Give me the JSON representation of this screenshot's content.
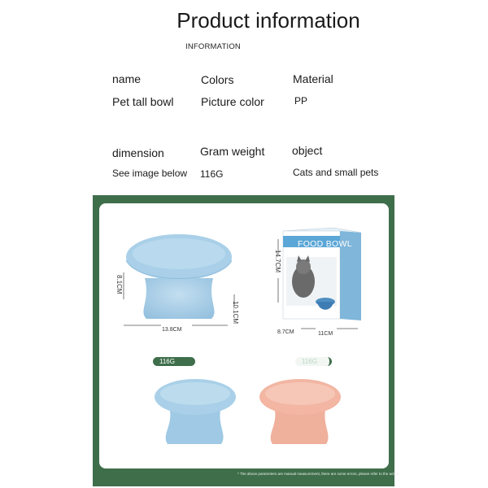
{
  "header": {
    "title": "Product information",
    "subtitle": "INFORMATION"
  },
  "specs": {
    "name_label": "name",
    "name_value": "Pet tall bowl",
    "colors_label": "Colors",
    "colors_value": "Picture color",
    "material_label": "Material",
    "material_value": "PP",
    "dimension_label": "dimension",
    "dimension_value": "See image below",
    "weight_label": "Gram weight",
    "weight_value": "116G",
    "object_label": "object",
    "object_value": "Cats and small pets"
  },
  "image_panel": {
    "bowl_width": "13.8CM",
    "bowl_height": "8.1CM",
    "bowl_total_height": "10.1CM",
    "box_height": "14.7CM",
    "box_width": "11CM",
    "box_depth": "8.7CM",
    "box_label": "FOOD BOWL",
    "weight_tag_1": "116G",
    "weight_tag_2": "116G",
    "footnote": "* The above parameters are manual measurement, there are some errors, please refer to the actual",
    "colors": {
      "panel_green": "#3f6e4b",
      "bowl_blue": "#a9d0e8",
      "bowl_pink": "#f2b6a3",
      "box_blue": "#5aa6d6"
    }
  }
}
